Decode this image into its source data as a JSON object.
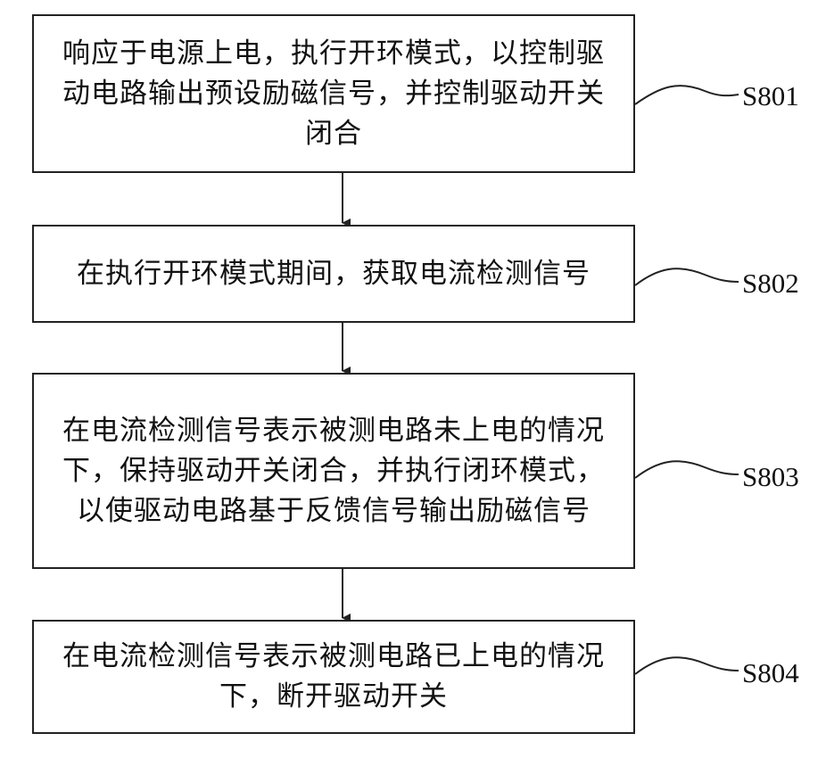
{
  "steps": [
    {
      "id": "S801",
      "text": "响应于电源上电，执行开环模式，以控制驱动电路输出预设励磁信号，并控制驱动开关闭合"
    },
    {
      "id": "S802",
      "text": "在执行开环模式期间，获取电流检测信号"
    },
    {
      "id": "S803",
      "text": "在电流检测信号表示被测电路未上电的情况下，保持驱动开关闭合，并执行闭环模式，以使驱动电路基于反馈信号输出励磁信号"
    },
    {
      "id": "S804",
      "text": "在电流检测信号表示被测电路已上电的情况下，断开驱动开关"
    }
  ],
  "colors": {
    "stroke": "#222222",
    "text": "#111111",
    "background": "#ffffff"
  }
}
